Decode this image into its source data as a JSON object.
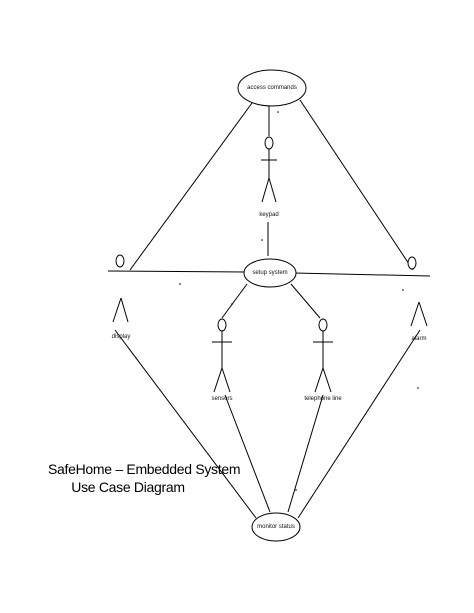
{
  "use_cases": {
    "access_commands": "access commands",
    "setup_system": "setup system",
    "monitor_status": "monitor status"
  },
  "actors": {
    "keypad": "keypad",
    "display": "display",
    "alarm": "alarm",
    "sensors": "sensors",
    "telephone_line": "telephone line"
  },
  "caption": {
    "line1": "SafeHome – Embedded System",
    "line2": "Use Case Diagram"
  },
  "colors": {
    "ink": "#000000",
    "background": "#ffffff"
  }
}
